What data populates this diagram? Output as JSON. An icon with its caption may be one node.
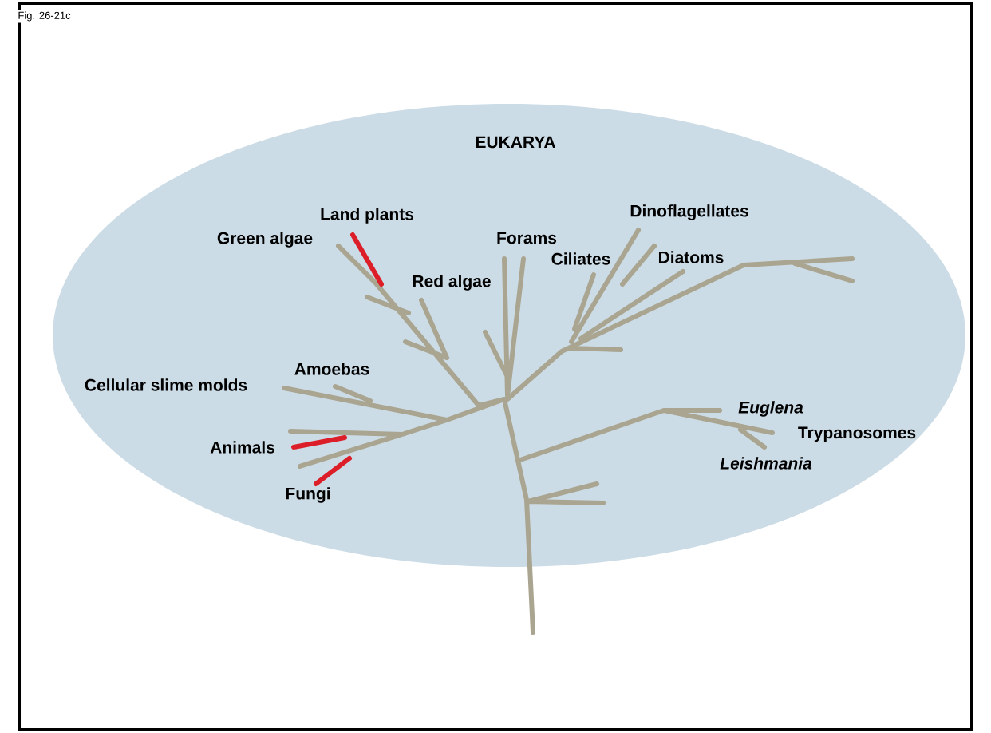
{
  "diagram": {
    "nodes": [
      {
        "text": [
          "EUKARYA"
        ]
      }
    ],
    "labels": [
      "Fig. 26-21c",
      "Land plants",
      "Green algae",
      "Red algae",
      "Forams",
      "Dinoflagellates",
      "Ciliates",
      "Diatoms",
      "Amoebas",
      "Cellular slime molds",
      "Euglena",
      "Trypanosomes",
      "Leishmania",
      "Animals",
      "Fungi"
    ]
  }
}
